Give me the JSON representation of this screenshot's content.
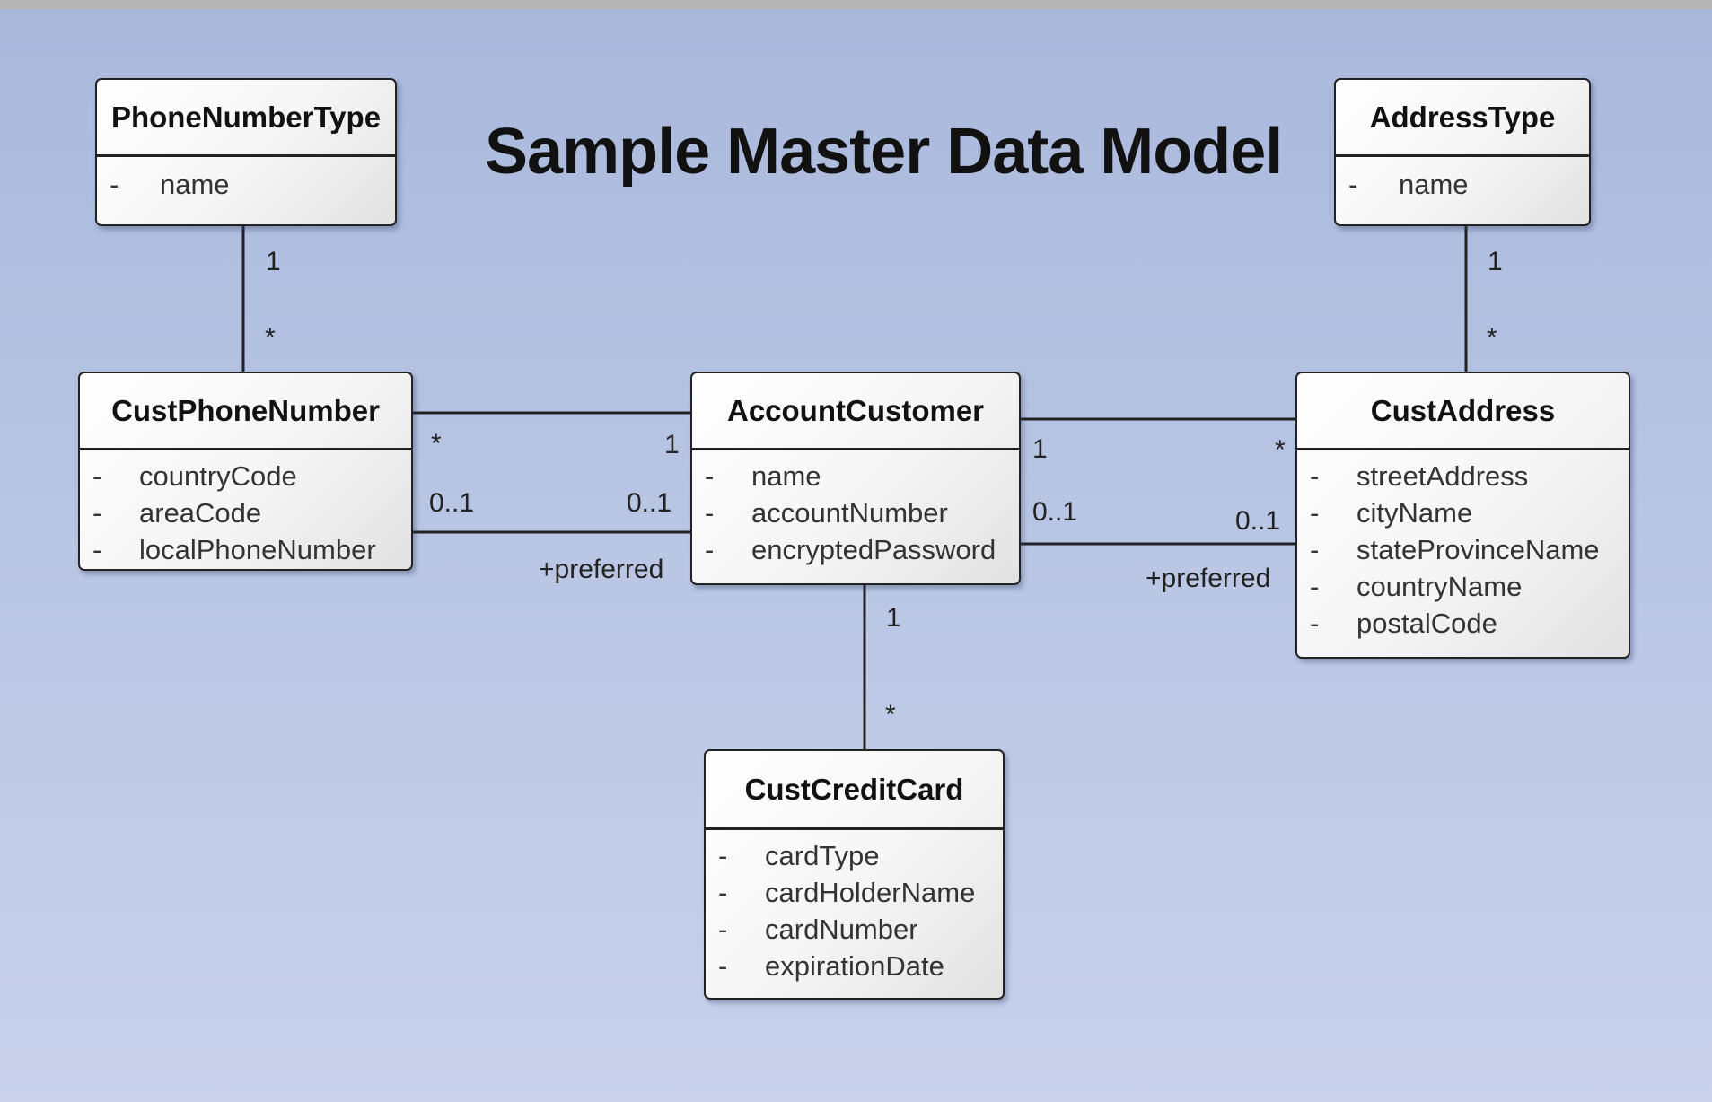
{
  "title": "Sample Master Data Model",
  "classes": {
    "phone_number_type": {
      "name": "PhoneNumberType",
      "attributes": [
        {
          "marker": "-",
          "name": "name"
        }
      ]
    },
    "address_type": {
      "name": "AddressType",
      "attributes": [
        {
          "marker": "-",
          "name": "name"
        }
      ]
    },
    "cust_phone_number": {
      "name": "CustPhoneNumber",
      "attributes": [
        {
          "marker": "-",
          "name": "countryCode"
        },
        {
          "marker": "-",
          "name": "areaCode"
        },
        {
          "marker": "-",
          "name": "localPhoneNumber"
        }
      ]
    },
    "account_customer": {
      "name": "AccountCustomer",
      "attributes": [
        {
          "marker": "-",
          "name": "name"
        },
        {
          "marker": "-",
          "name": "accountNumber"
        },
        {
          "marker": "-",
          "name": "encryptedPassword"
        }
      ]
    },
    "cust_address": {
      "name": "CustAddress",
      "attributes": [
        {
          "marker": "-",
          "name": "streetAddress"
        },
        {
          "marker": "-",
          "name": "cityName"
        },
        {
          "marker": "-",
          "name": "stateProvinceName"
        },
        {
          "marker": "-",
          "name": "countryName"
        },
        {
          "marker": "-",
          "name": "postalCode"
        }
      ]
    },
    "cust_credit_card": {
      "name": "CustCreditCard",
      "attributes": [
        {
          "marker": "-",
          "name": "cardType"
        },
        {
          "marker": "-",
          "name": "cardHolderName"
        },
        {
          "marker": "-",
          "name": "cardNumber"
        },
        {
          "marker": "-",
          "name": "expirationDate"
        }
      ]
    }
  },
  "associations": {
    "phonetype_phone": {
      "source_mult": "1",
      "target_mult": "*"
    },
    "addresstype_address": {
      "source_mult": "1",
      "target_mult": "*"
    },
    "phone_customer": {
      "phone_mult": "*",
      "customer_mult": "1"
    },
    "phone_customer_preferred": {
      "phone_mult": "0..1",
      "customer_mult": "0..1",
      "role": "+preferred"
    },
    "customer_address": {
      "customer_mult": "1",
      "address_mult": "*"
    },
    "customer_address_preferred": {
      "customer_mult": "0..1",
      "address_mult": "0..1",
      "role": "+preferred"
    },
    "customer_card": {
      "customer_mult": "1",
      "card_mult": "*"
    }
  }
}
